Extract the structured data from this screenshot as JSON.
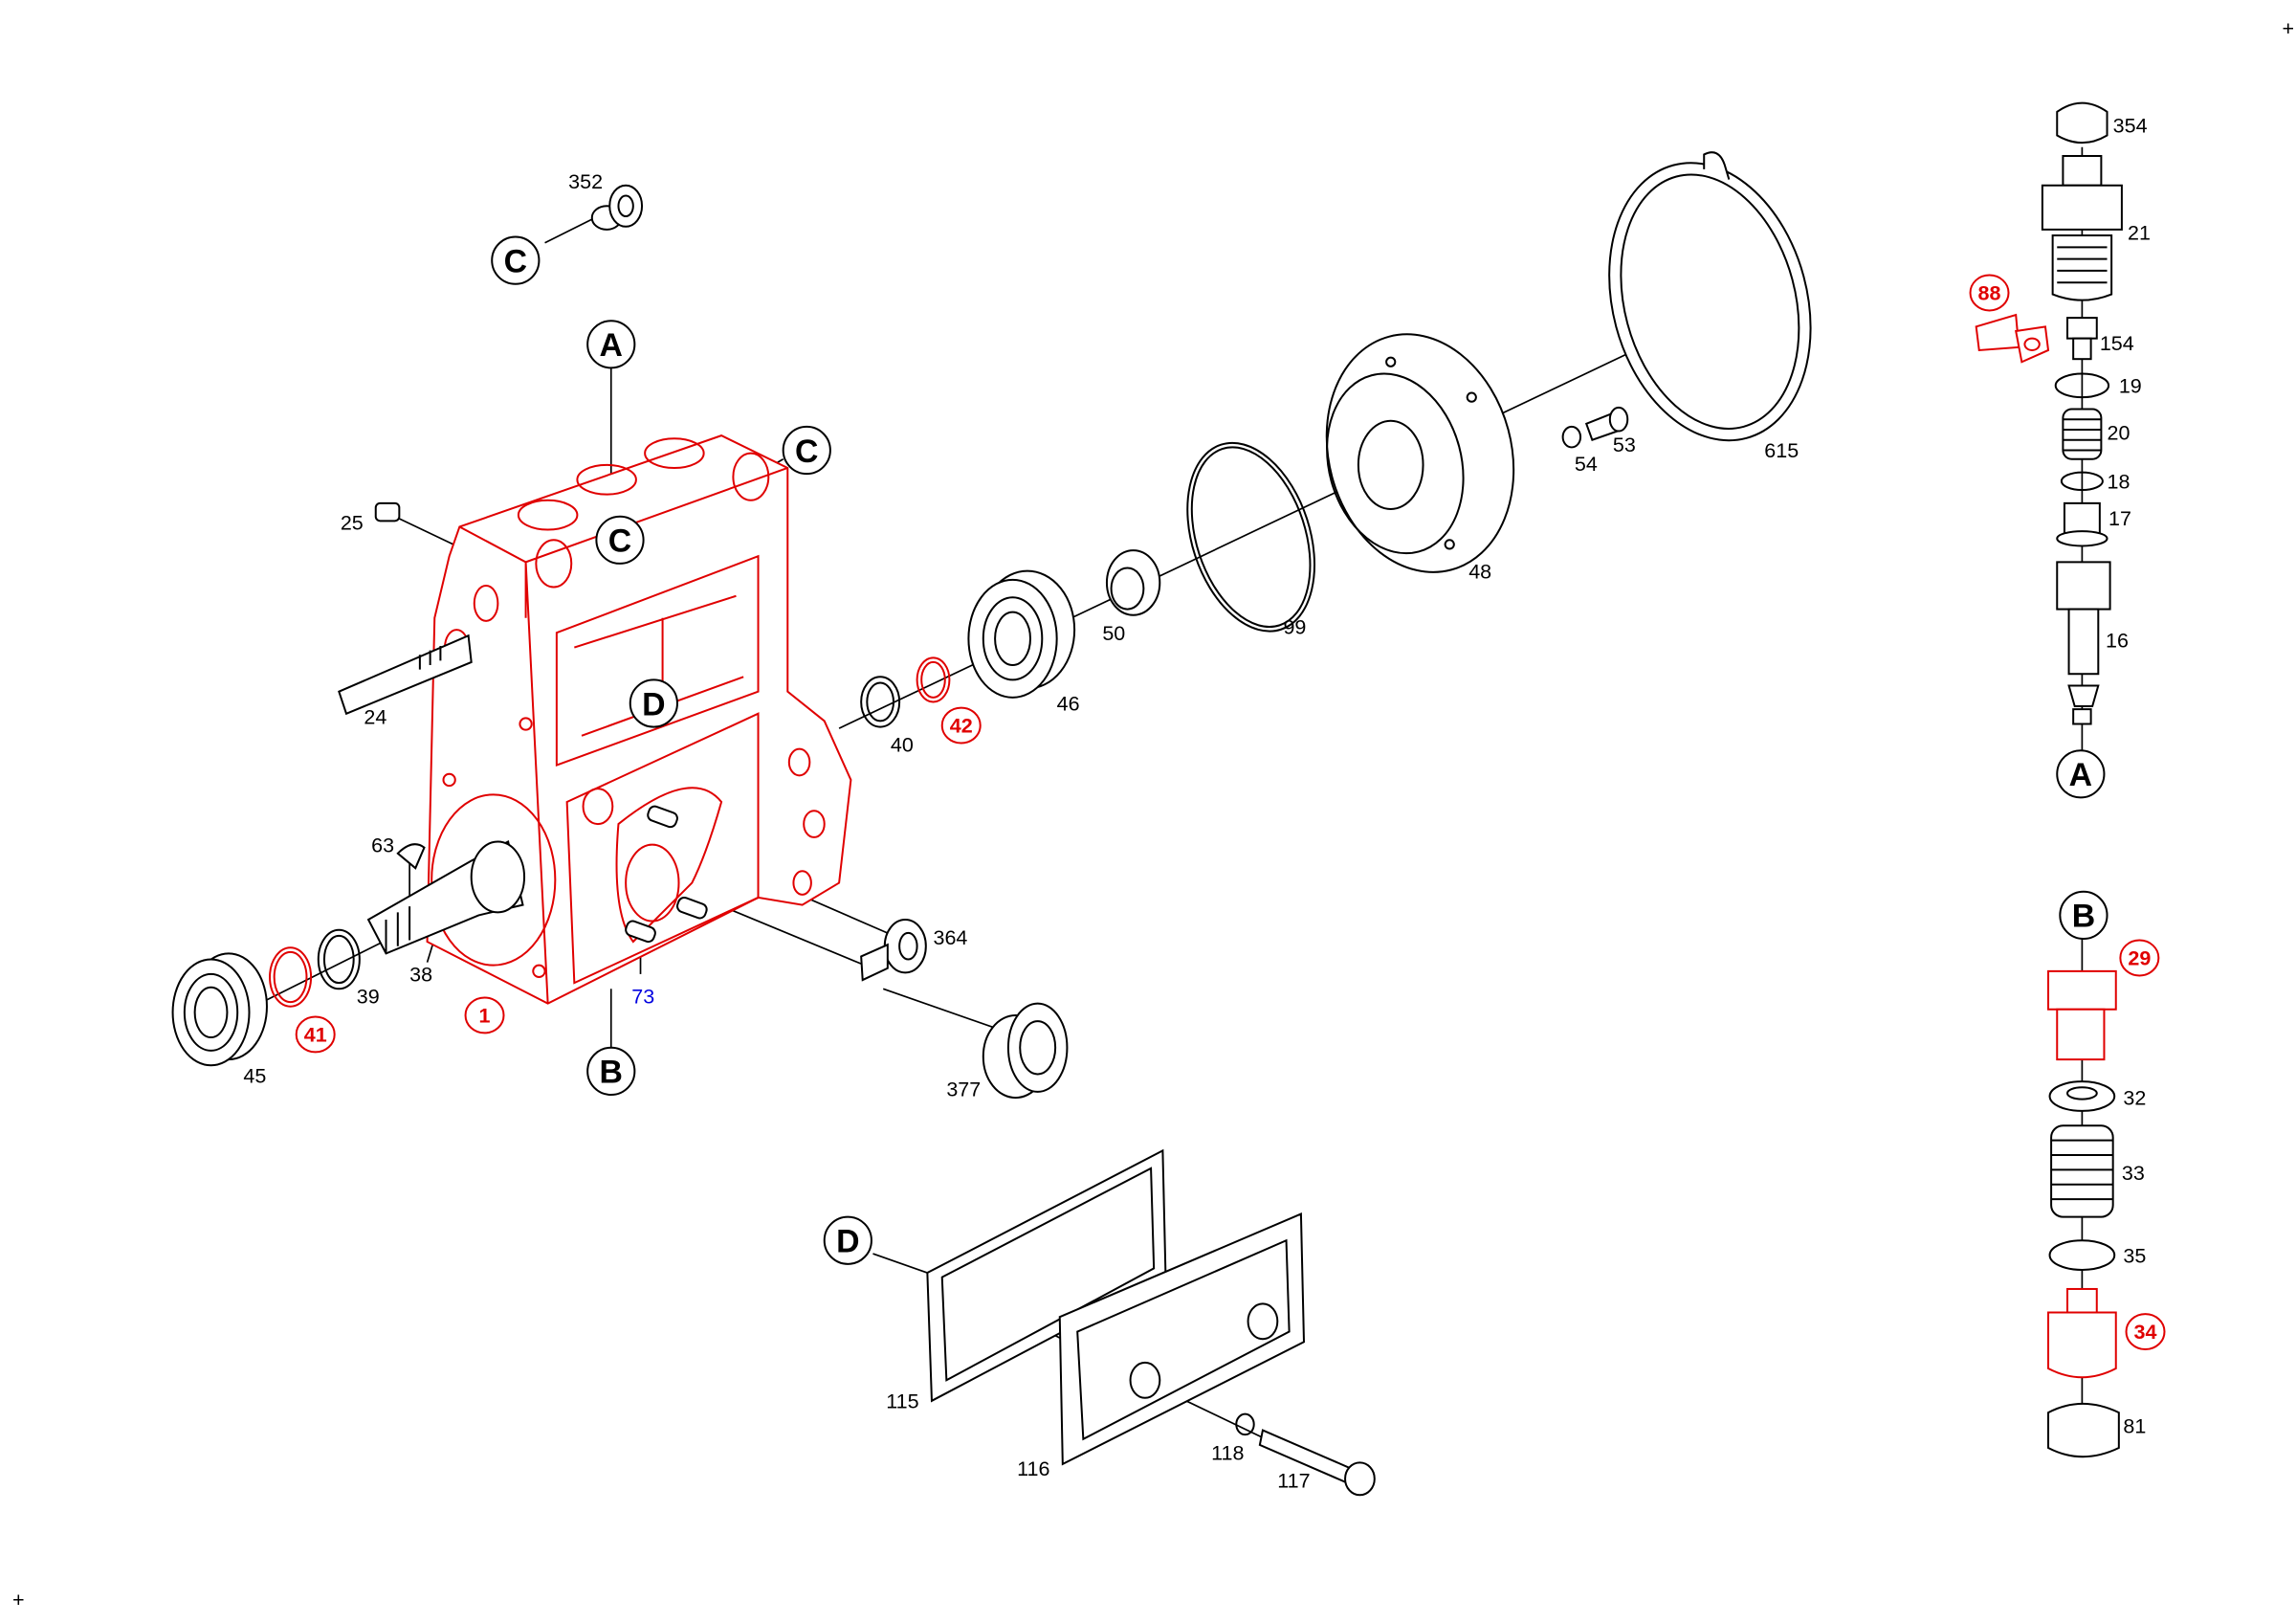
{
  "diagram": {
    "colors": {
      "highlight": "#e00000",
      "line": "#000000",
      "alt_label": "#0000e0"
    },
    "corner_marks": [
      "+",
      "+"
    ],
    "part_labels": [
      "352",
      "25",
      "24",
      "63",
      "38",
      "39",
      "45",
      "40",
      "46",
      "50",
      "99",
      "48",
      "54",
      "53",
      "615",
      "364",
      "377",
      "115",
      "116",
      "118",
      "117",
      "354",
      "21",
      "154",
      "19",
      "20",
      "18",
      "17",
      "16",
      "32",
      "33",
      "35",
      "81"
    ],
    "blue_labels": [
      "73"
    ],
    "highlighted_labels": [
      "1",
      "41",
      "42",
      "88",
      "29",
      "34"
    ],
    "reference_letters": [
      "C",
      "A",
      "C",
      "C",
      "D",
      "B",
      "D",
      "A",
      "B"
    ]
  }
}
